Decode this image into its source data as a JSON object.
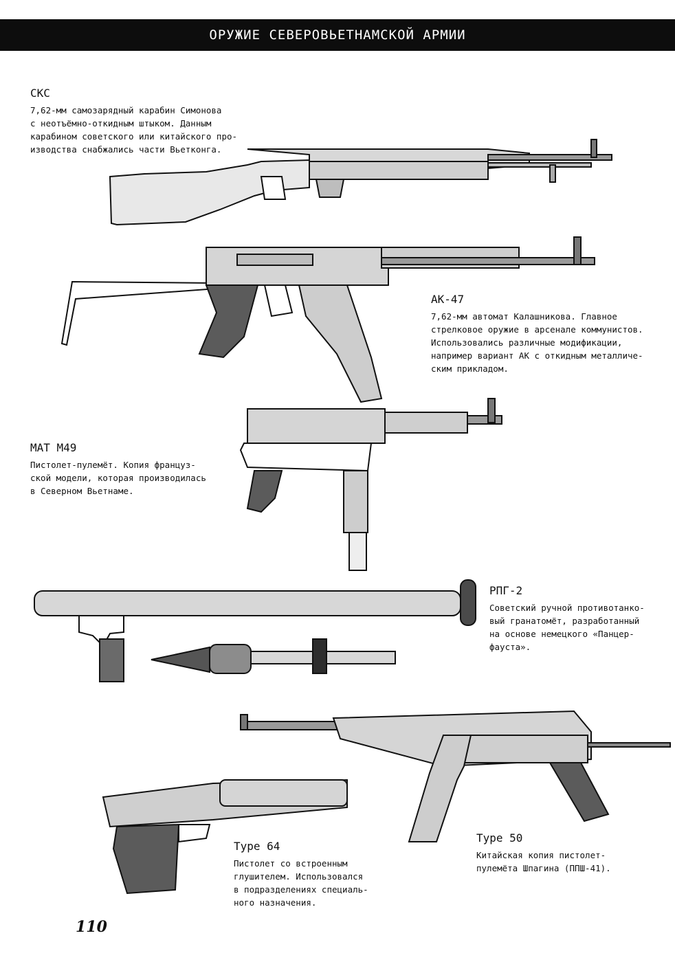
{
  "header": {
    "title": "ОРУЖИЕ СЕВЕРОВЬЕТНАМСКОЙ АРМИИ"
  },
  "entries": {
    "sks": {
      "title": "СКС",
      "lines": [
        "7,62-мм самозарядный карабин Симонова",
        "с неотъёмно-откидным штыком. Данным",
        "карабином советского или китайского про-",
        "изводства снабжались части Вьетконга."
      ]
    },
    "ak47": {
      "title": "АК-47",
      "lines": [
        "7,62-мм автомат Калашникова. Главное",
        "стрелковое оружие в арсенале коммунистов.",
        "Использовались различные модификации,",
        "например вариант АК с откидным металличе-",
        "ским прикладом."
      ]
    },
    "mat49": {
      "title": "МАТ М49",
      "lines": [
        "Пистолет-пулемёт. Копия француз-",
        "ской модели, которая производилась",
        "в Северном Вьетнаме."
      ]
    },
    "rpg2": {
      "title": "РПГ-2",
      "lines": [
        "Советский ручной противотанко-",
        "вый гранатомёт, разработанный",
        "на основе немецкого «Панцер-",
        "фауста»."
      ]
    },
    "type64": {
      "title": "Type 64",
      "lines": [
        "Пистолет со встроенным",
        "глушителем. Использовался",
        "в подразделениях специаль-",
        "ного назначения."
      ]
    },
    "type50": {
      "title": "Type 50",
      "lines": [
        "Китайская копия пистолет-",
        "пулемёта Шпагина (ППШ-41)."
      ]
    }
  },
  "page_number": "110"
}
